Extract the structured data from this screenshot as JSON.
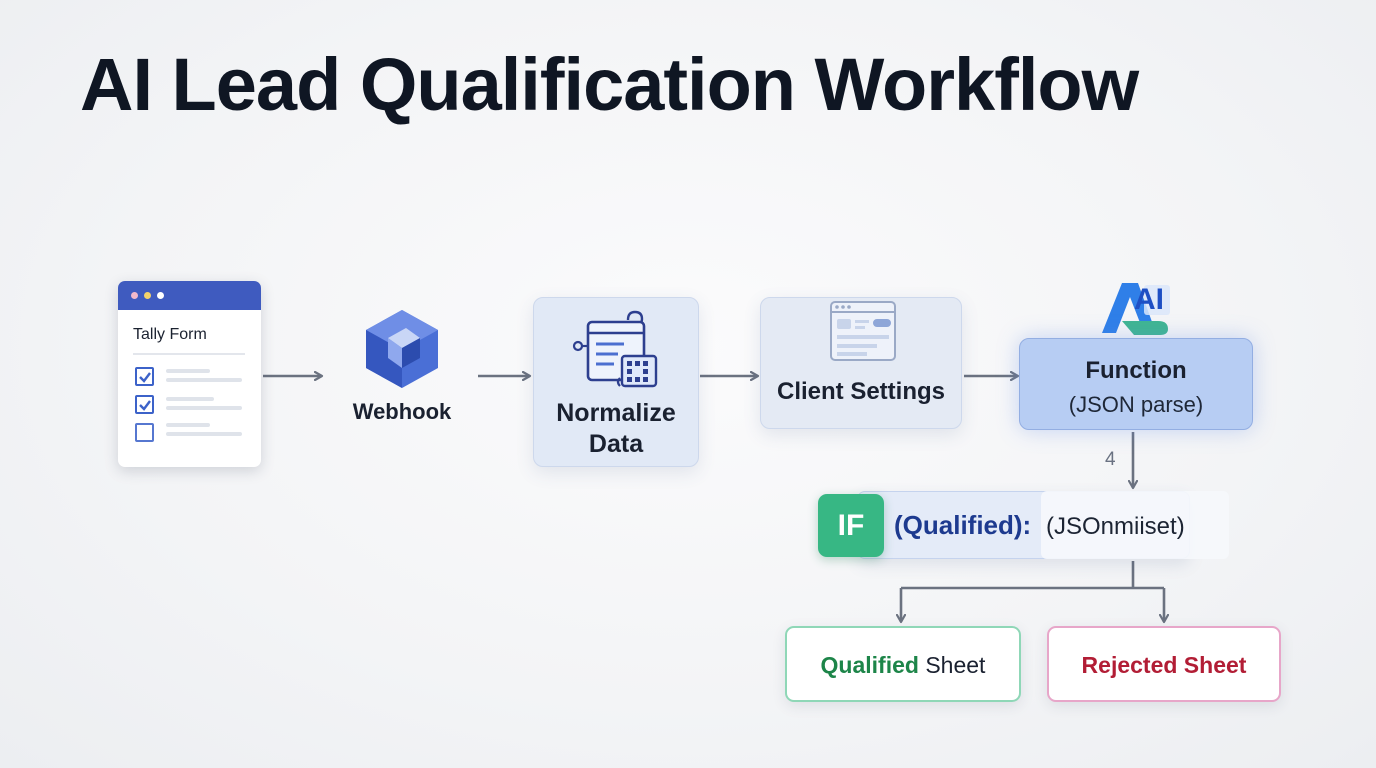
{
  "title": "AI Lead Qualification Workflow",
  "nodes": {
    "tally_form": {
      "label": "Tally Form",
      "checkboxes": [
        true,
        true,
        false
      ]
    },
    "webhook": {
      "label": "Webhook"
    },
    "normalize": {
      "line1": "Normalize",
      "line2": "Data"
    },
    "client_settings": {
      "label": "Client Settings"
    },
    "function": {
      "line1": "Function",
      "line2": "(JSON parse)"
    },
    "ai_logo": {
      "text": "AI"
    },
    "condition": {
      "tag": "IF",
      "label": "(Qualified):",
      "expression": "(JSOnmiiset)",
      "step_mark": "4"
    },
    "qualified_sheet": {
      "word1": "Qualified",
      "word2": " Sheet"
    },
    "rejected_sheet": {
      "label": "Rejected Sheet"
    }
  },
  "colors": {
    "accent_blue": "#3f5bbf",
    "function_fill": "#b7cdf3",
    "if_green": "#37b784",
    "qualified_green": "#1d8549",
    "rejected_red": "#b21d35"
  },
  "icons": [
    "window-dots-icon",
    "checkbox-icon",
    "webhook-cube-icon",
    "data-transform-icon",
    "settings-panel-icon",
    "ai-logo-icon",
    "arrow-icon"
  ]
}
